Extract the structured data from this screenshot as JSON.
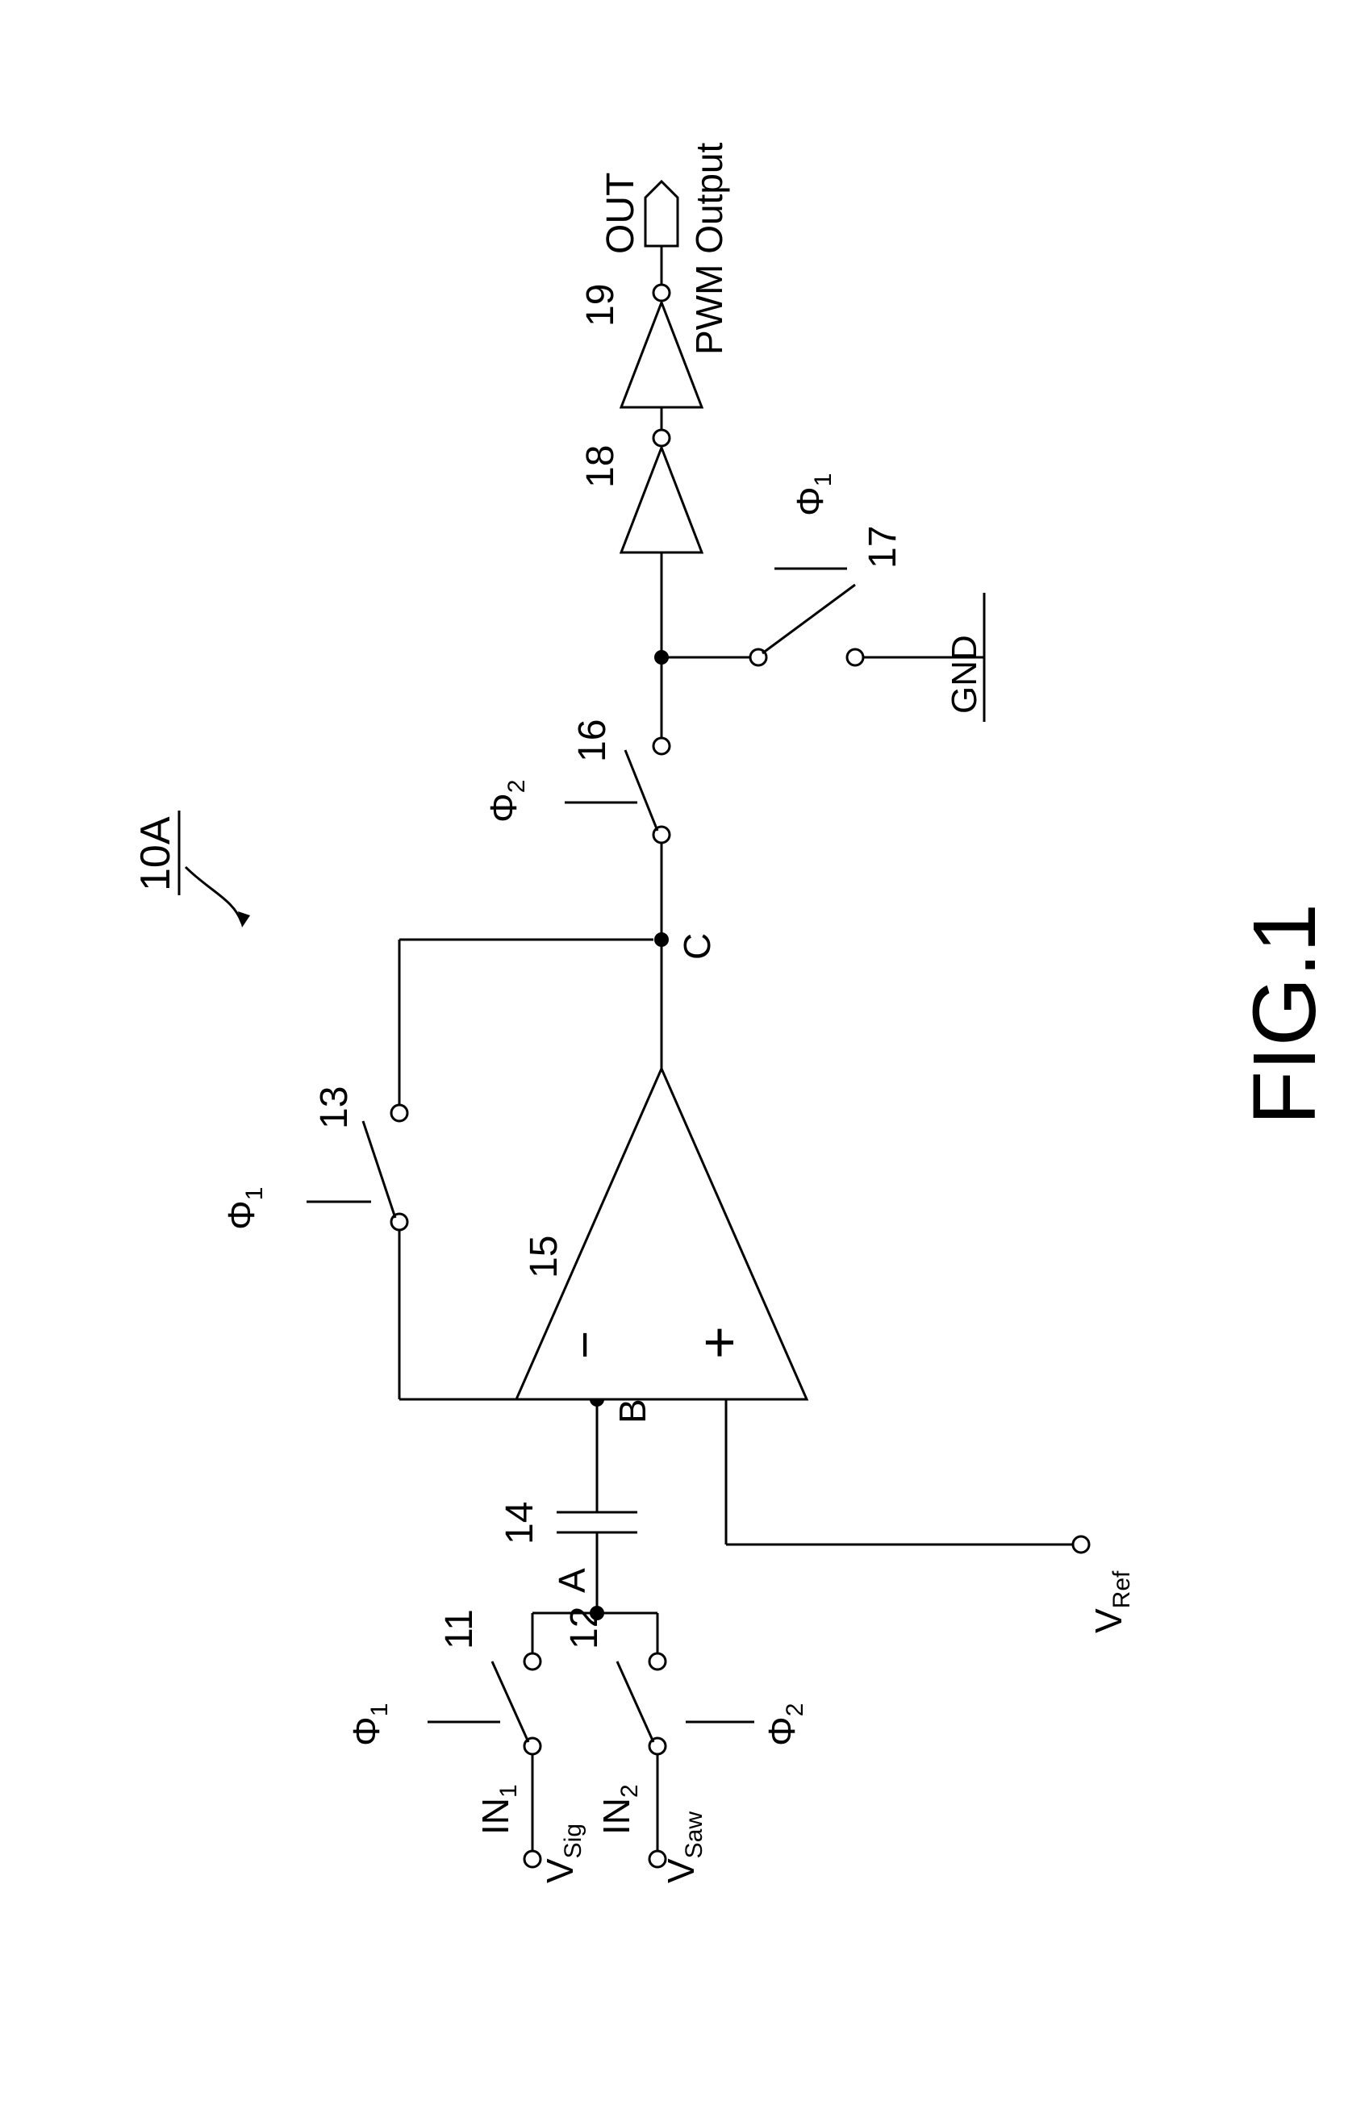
{
  "figure": {
    "title": "FIG.1",
    "ref": "10A"
  },
  "inputs": [
    {
      "name": "IN",
      "sub": "1",
      "voltage": "V",
      "voltage_sub": "Sig"
    },
    {
      "name": "IN",
      "sub": "2",
      "voltage": "V",
      "voltage_sub": "Saw"
    }
  ],
  "reference": {
    "voltage": "V",
    "voltage_sub": "Ref"
  },
  "nodes": [
    "A",
    "B",
    "C"
  ],
  "components": {
    "switch_11": "11",
    "switch_12": "12",
    "switch_13": "13",
    "capacitor_14": "14",
    "comparator_15": "15",
    "switch_16": "16",
    "switch_17": "17",
    "inverter_18": "18",
    "inverter_19": "19"
  },
  "clocks": {
    "phi_symbol": "Φ",
    "switch_11": "1",
    "switch_12": "2",
    "switch_13": "1",
    "switch_16": "2",
    "switch_17": "1"
  },
  "comparator_inputs": {
    "minus": "−",
    "plus": "+"
  },
  "ground": "GND",
  "output": {
    "name": "OUT",
    "description": "PWM Output"
  }
}
